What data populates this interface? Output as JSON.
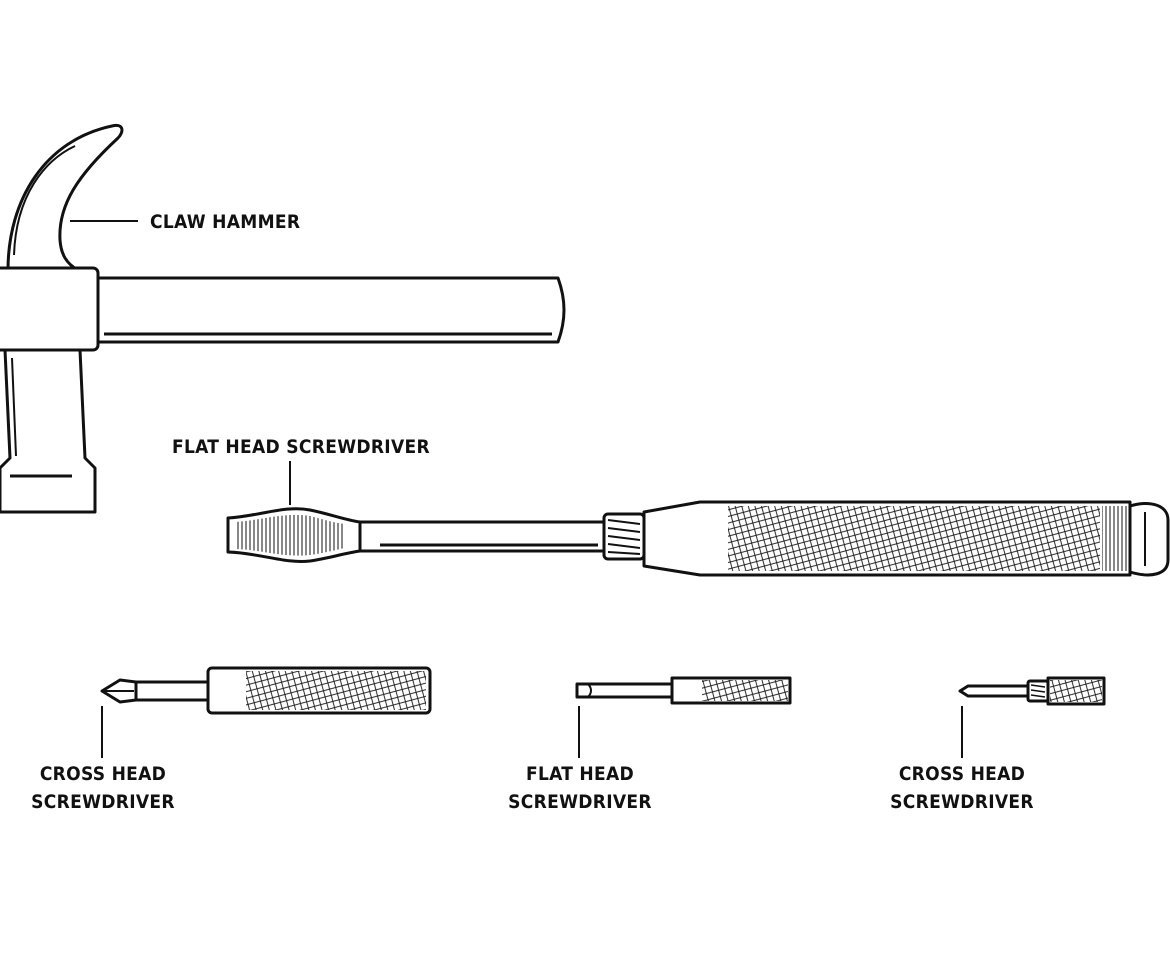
{
  "labels": {
    "claw_hammer": "CLAW HAMMER",
    "flat_head_large": "FLAT HEAD SCREWDRIVER",
    "cross_head_1_line1": "CROSS HEAD",
    "cross_head_1_line2": "SCREWDRIVER",
    "flat_head_small_line1": "FLAT HEAD",
    "flat_head_small_line2": "SCREWDRIVER",
    "cross_head_2_line1": "CROSS HEAD",
    "cross_head_2_line2": "SCREWDRIVER"
  },
  "colors": {
    "ink": "#111111",
    "background": "#ffffff"
  }
}
